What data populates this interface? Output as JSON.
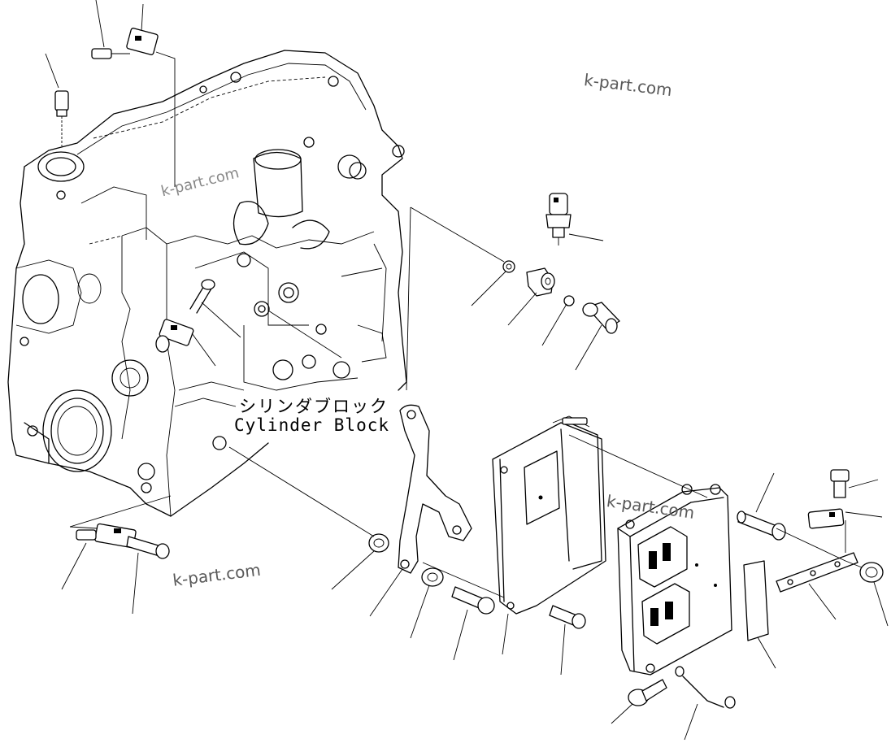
{
  "diagram": {
    "label_jp": "シリンダブロック",
    "label_en": "Cylinder Block"
  },
  "watermarks": [
    "k-part.com",
    "k-part.com",
    "k-part.com",
    "k-part.com"
  ],
  "colors": {
    "line": "#000000",
    "background": "#ffffff",
    "watermark": "#5a5a5a"
  }
}
